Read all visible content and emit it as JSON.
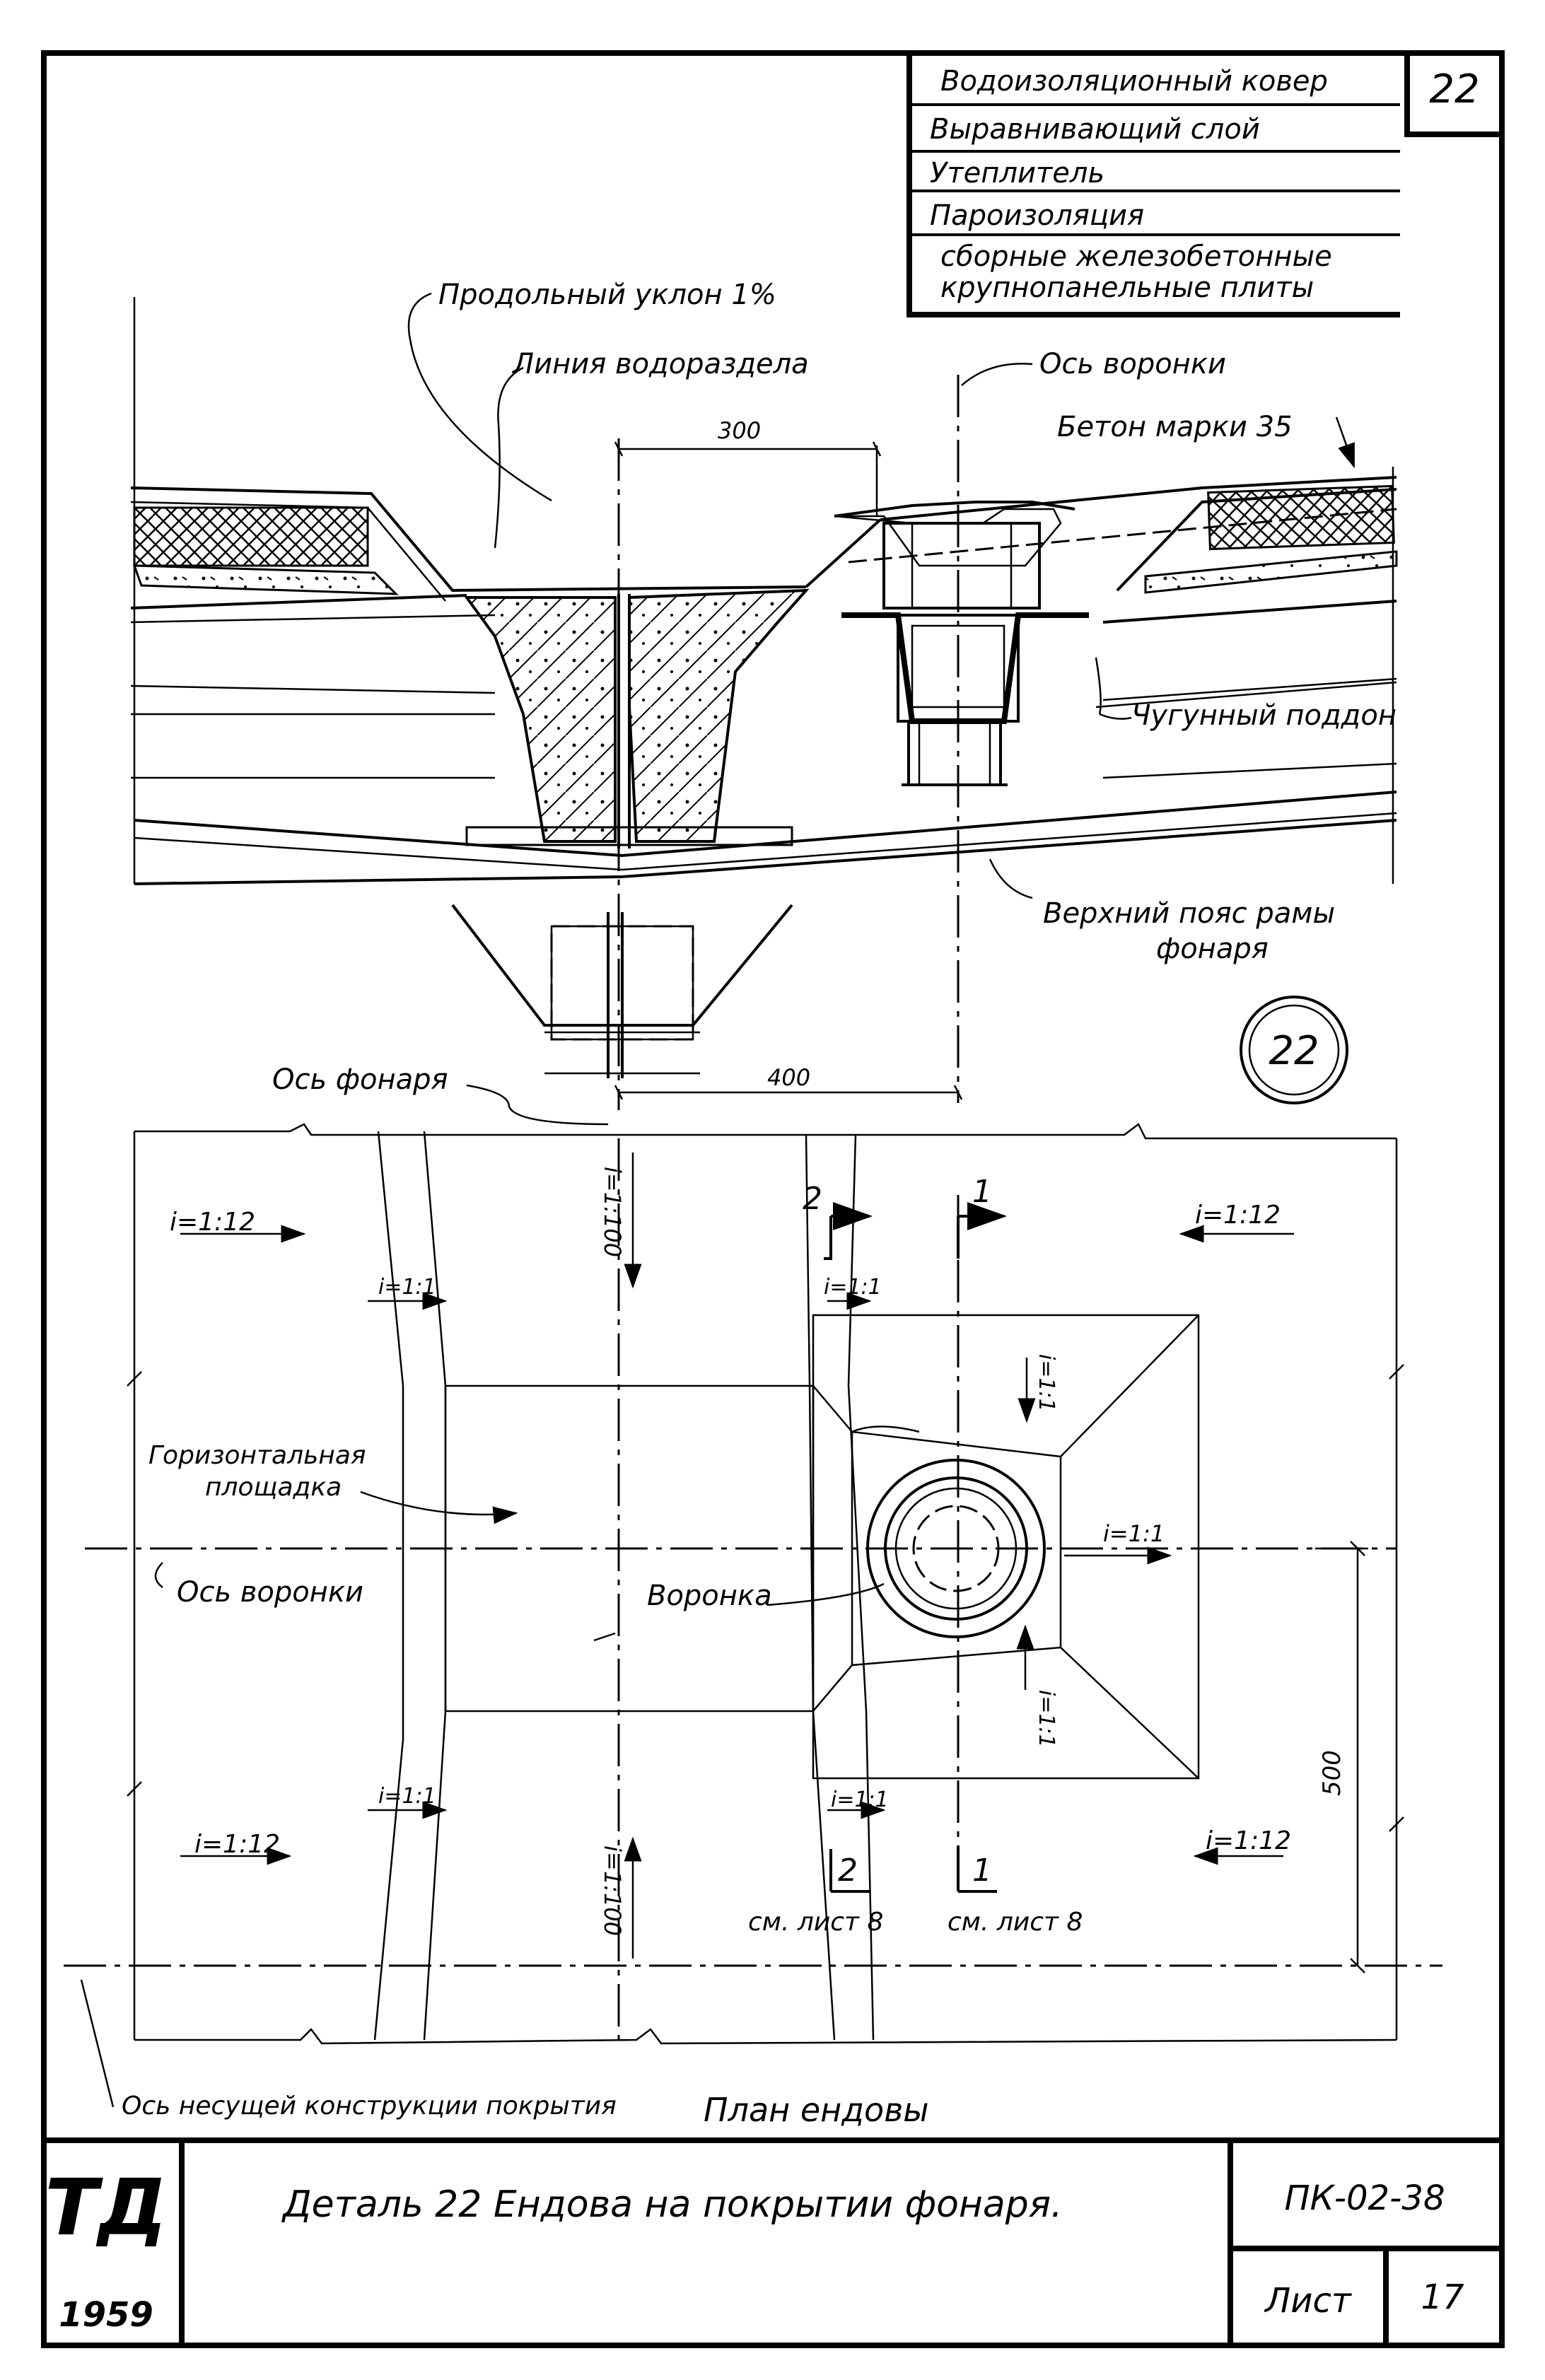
{
  "sheet_number_top": "22",
  "layers": [
    "Водоизоляционный ковер",
    "Выравнивающий слой",
    "Утеплитель",
    "Пароизоляция",
    "сборные железобетонные",
    "крупнопанельные плиты"
  ],
  "section": {
    "slope_label": "Продольный уклон 1%",
    "watershed_label": "Линия водораздела",
    "funnel_axis_label": "Ось воронки",
    "concrete_label": "Бетон марки 35",
    "dim_300": "300",
    "pan_label": "Чугунный поддон",
    "chord_label_1": "Верхний пояс рамы",
    "chord_label_2": "фонаря",
    "lantern_axis_label": "Ось фонаря",
    "dim_400": "400",
    "detail_marker": "22"
  },
  "plan": {
    "slope_1_12": "i=1:12",
    "slope_1_1": "i=1:1",
    "slope_1_100": "i=1:100",
    "platform_label_1": "Горизонтальная",
    "platform_label_2": "площадка",
    "funnel_axis_label": "Ось воронки",
    "funnel_label": "Воронка",
    "cut_1": "1",
    "cut_2": "2",
    "ref_sheet_8a": "см. лист 8",
    "ref_sheet_8b": "см. лист 8",
    "dim_500": "500",
    "bearing_axis_label": "Ось несущей конструкции покрытия",
    "plan_title": "План ендовы"
  },
  "title_block": {
    "logo": "ТД",
    "year": "1959",
    "title": "Деталь 22 Ендова на покрытии фонаря.",
    "code": "ПК-02-38",
    "sheet_label": "Лист",
    "sheet_number": "17"
  }
}
